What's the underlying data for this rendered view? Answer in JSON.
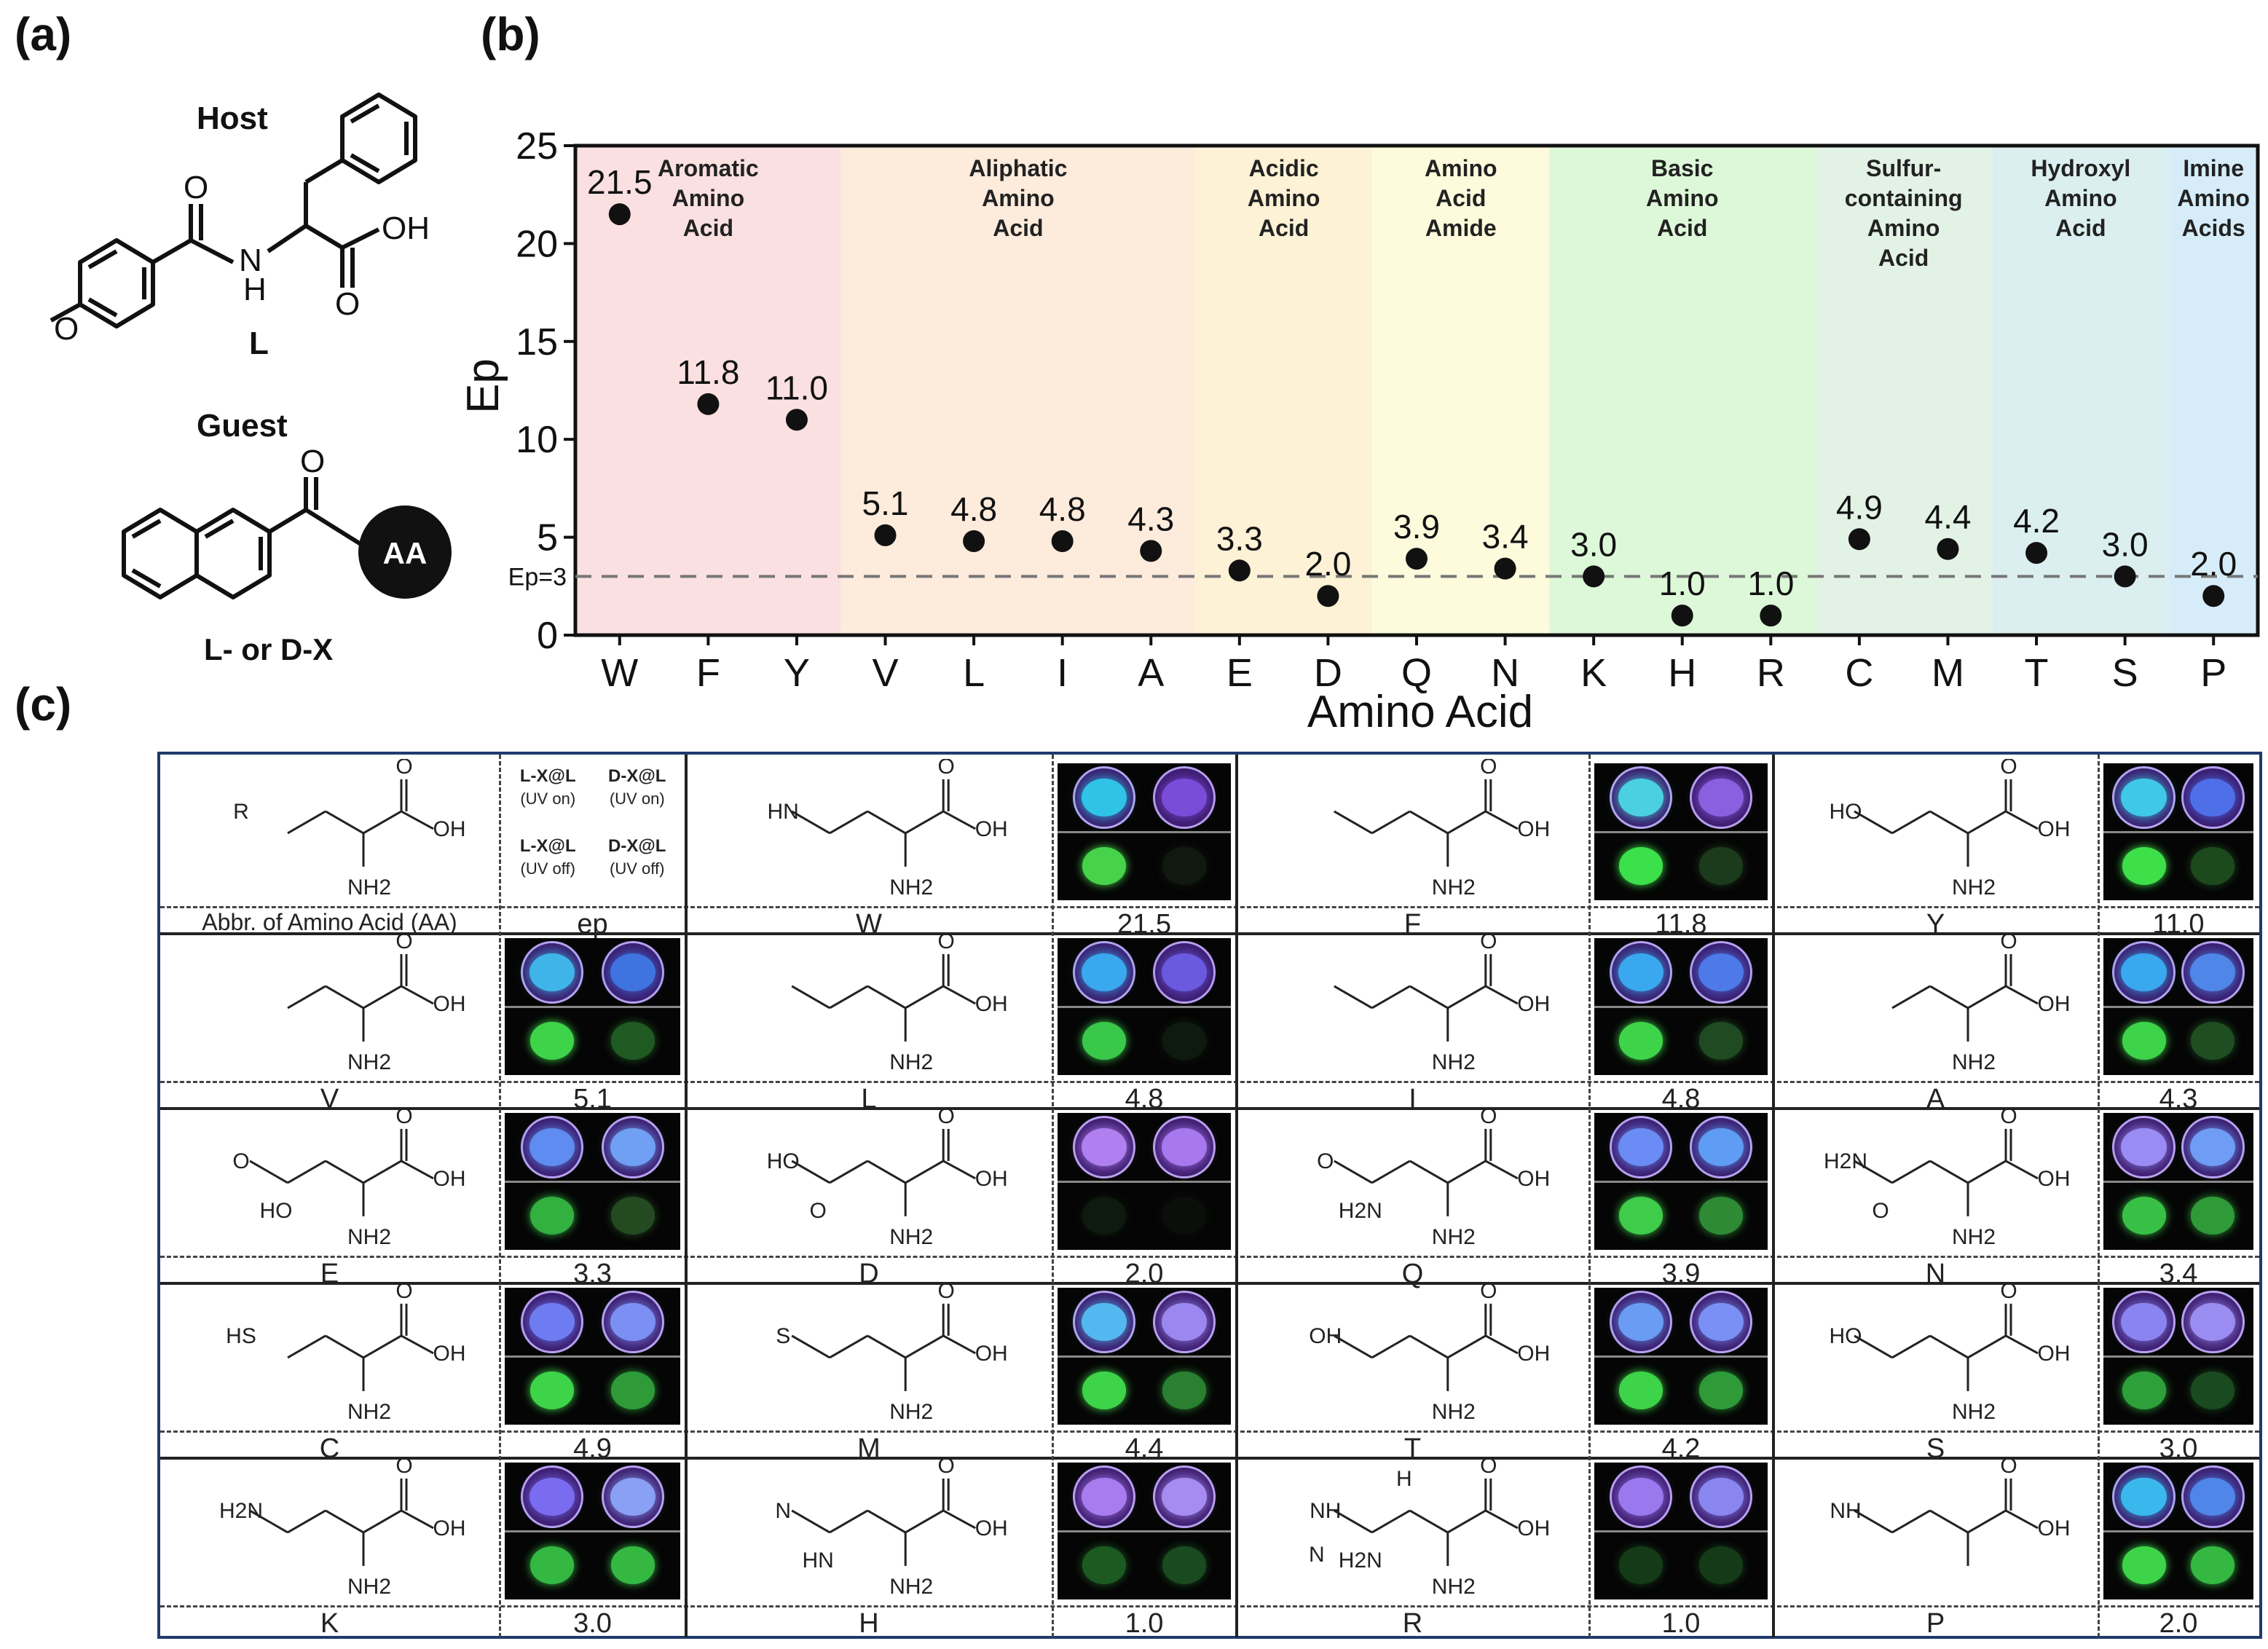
{
  "panel_labels": {
    "a": "(a)",
    "b": "(b)",
    "c": "(c)"
  },
  "panel_a": {
    "host_label": "Host",
    "host_name": "L",
    "guest_label": "Guest",
    "guest_group": "AA",
    "guest_name_prefix": "L- or D-X",
    "atoms": {
      "O": "O",
      "NH": "N",
      "H": "H",
      "OH": "OH"
    }
  },
  "chart_data": {
    "type": "scatter",
    "title": "",
    "xlabel": "Amino Acid",
    "ylabel": "Ep",
    "ylim": [
      0,
      25
    ],
    "yticks": [
      0,
      5,
      10,
      15,
      20,
      25
    ],
    "threshold": {
      "value": 3,
      "label": "Ep=3",
      "style": "dashed"
    },
    "categories": [
      "W",
      "F",
      "Y",
      "V",
      "L",
      "I",
      "A",
      "E",
      "D",
      "Q",
      "N",
      "K",
      "H",
      "R",
      "C",
      "M",
      "T",
      "S",
      "P"
    ],
    "values": [
      21.5,
      11.8,
      11.0,
      5.1,
      4.8,
      4.8,
      4.3,
      3.3,
      2.0,
      3.9,
      3.4,
      3.0,
      1.0,
      1.0,
      4.9,
      4.4,
      4.2,
      3.0,
      2.0
    ],
    "value_labels": [
      "21.5",
      "11.8",
      "11.0",
      "5.1",
      "4.8",
      "4.8",
      "4.3",
      "3.3",
      "2.0",
      "3.9",
      "3.4",
      "3.0",
      "1.0",
      "1.0",
      "4.9",
      "4.4",
      "4.2",
      "3.0",
      "2.0"
    ],
    "groups": [
      {
        "name": "Aromatic Amino Acid",
        "lines": [
          "Aromatic",
          "Amino",
          "Acid"
        ],
        "start": 0,
        "end": 2,
        "color": "#fbe0e1"
      },
      {
        "name": "Aliphatic Amino Acid",
        "lines": [
          "Aliphatic",
          "Amino",
          "Acid"
        ],
        "start": 3,
        "end": 6,
        "color": "#fdebdc"
      },
      {
        "name": "Acidic Amino Acid",
        "lines": [
          "Acidic",
          "Amino",
          "Acid"
        ],
        "start": 7,
        "end": 8,
        "color": "#fdf1d6"
      },
      {
        "name": "Amino Acid Amide",
        "lines": [
          "Amino",
          "Acid",
          "Amide"
        ],
        "start": 9,
        "end": 10,
        "color": "#fdfbdc"
      },
      {
        "name": "Basic Amino Acid",
        "lines": [
          "Basic",
          "Amino",
          "Acid"
        ],
        "start": 11,
        "end": 13,
        "color": "#ddf8d8"
      },
      {
        "name": "Sulfur-containing Amino Acid",
        "lines": [
          "Sulfur-",
          "containing",
          "Amino",
          "Acid"
        ],
        "start": 14,
        "end": 15,
        "color": "#e2f3e6"
      },
      {
        "name": "Hydroxyl Amino Acid",
        "lines": [
          "Hydroxyl",
          "Amino",
          "Acid"
        ],
        "start": 16,
        "end": 17,
        "color": "#dceff0"
      },
      {
        "name": "Imine Amino Acids",
        "lines": [
          "Imine",
          "Amino",
          "Acids"
        ],
        "start": 18,
        "end": 18,
        "color": "#d6edf9"
      }
    ],
    "grid": false
  },
  "panel_c": {
    "legend": {
      "generic_substituent": "R",
      "generic_groups": [
        "O",
        "OH",
        "NH2"
      ],
      "top_left": "L-X@L",
      "top_left_sub": "(UV on)",
      "top_right": "D-X@L",
      "top_right_sub": "(UV on)",
      "bottom_left": "L-X@L",
      "bottom_left_sub": "(UV off)",
      "bottom_right": "D-X@L",
      "bottom_right_sub": "(UV off)",
      "row_label": "Abbr. of Amino Acid (AA)",
      "row_value": "ep"
    },
    "entries": [
      {
        "aa": "W",
        "ep": "21.5",
        "uv_on": [
          "#2fc3e8",
          "#7a4cd8"
        ],
        "uv_off": [
          "#46d34a",
          "#101810"
        ]
      },
      {
        "aa": "F",
        "ep": "11.8",
        "uv_on": [
          "#4ad0e0",
          "#8a5fe0"
        ],
        "uv_off": [
          "#3be04a",
          "#1c3a1c"
        ]
      },
      {
        "aa": "Y",
        "ep": "11.0",
        "uv_on": [
          "#3fc8e8",
          "#4f6fe8"
        ],
        "uv_off": [
          "#3ee04a",
          "#1d4a1d"
        ]
      },
      {
        "aa": "V",
        "ep": "5.1",
        "uv_on": [
          "#3fb4e8",
          "#3f74e0"
        ],
        "uv_off": [
          "#3ed44a",
          "#1f5a22"
        ]
      },
      {
        "aa": "L",
        "ep": "4.8",
        "uv_on": [
          "#3aa8ee",
          "#6a5ae0"
        ],
        "uv_off": [
          "#3ac84a",
          "#0f1a0f"
        ]
      },
      {
        "aa": "I",
        "ep": "4.8",
        "uv_on": [
          "#3aa8ee",
          "#4d7ae8"
        ],
        "uv_off": [
          "#3ed44a",
          "#1f4a22"
        ]
      },
      {
        "aa": "A",
        "ep": "4.3",
        "uv_on": [
          "#3aa8ee",
          "#4f86e8"
        ],
        "uv_off": [
          "#3ed44a",
          "#1e4e22"
        ]
      },
      {
        "aa": "E",
        "ep": "3.3",
        "uv_on": [
          "#5e8cf0",
          "#6fa0f4"
        ],
        "uv_off": [
          "#32b040",
          "#244a22"
        ]
      },
      {
        "aa": "D",
        "ep": "2.0",
        "uv_on": [
          "#b080f0",
          "#a878ee"
        ],
        "uv_off": [
          "#0e1a0e",
          "#0a0f0a"
        ]
      },
      {
        "aa": "Q",
        "ep": "3.9",
        "uv_on": [
          "#6a8cf4",
          "#5f9cf4"
        ],
        "uv_off": [
          "#3ecc4a",
          "#2e8a34"
        ]
      },
      {
        "aa": "N",
        "ep": "3.4",
        "uv_on": [
          "#9a8cf4",
          "#6f9cf4"
        ],
        "uv_off": [
          "#38c046",
          "#2e9a38"
        ]
      },
      {
        "aa": "K",
        "ep": "3.0",
        "uv_on": [
          "#7a6cf0",
          "#8aa0f4"
        ],
        "uv_off": [
          "#34b842",
          "#34b842"
        ]
      },
      {
        "aa": "H",
        "ep": "1.0",
        "uv_on": [
          "#a87cee",
          "#a68cf0"
        ],
        "uv_off": [
          "#1c5a22",
          "#1a4a1f"
        ]
      },
      {
        "aa": "R",
        "ep": "1.0",
        "uv_on": [
          "#9a78ee",
          "#8a86f0"
        ],
        "uv_off": [
          "#153a18",
          "#153a18"
        ]
      },
      {
        "aa": "C",
        "ep": "4.9",
        "uv_on": [
          "#6e7cf2",
          "#7c90f4"
        ],
        "uv_off": [
          "#3ed44a",
          "#2e9a38"
        ]
      },
      {
        "aa": "M",
        "ep": "4.4",
        "uv_on": [
          "#54b8f0",
          "#9a88f0"
        ],
        "uv_off": [
          "#3ed44a",
          "#2a8030"
        ]
      },
      {
        "aa": "T",
        "ep": "4.2",
        "uv_on": [
          "#6a9cf4",
          "#7a90f4"
        ],
        "uv_off": [
          "#3ed44a",
          "#2e9a38"
        ]
      },
      {
        "aa": "S",
        "ep": "3.0",
        "uv_on": [
          "#8a84f0",
          "#9a8cf0"
        ],
        "uv_off": [
          "#2ea03a",
          "#1a4a1f"
        ]
      },
      {
        "aa": "P",
        "ep": "2.0",
        "uv_on": [
          "#3ab8ee",
          "#4f86e8"
        ],
        "uv_off": [
          "#3ed44a",
          "#34b842"
        ]
      }
    ],
    "structures": {
      "W": [
        "O",
        "OH",
        "NH2",
        "HN"
      ],
      "F": [
        "O",
        "OH",
        "NH2"
      ],
      "Y": [
        "O",
        "OH",
        "NH2",
        "HO"
      ],
      "V": [
        "O",
        "OH",
        "NH2"
      ],
      "L": [
        "O",
        "OH",
        "NH2"
      ],
      "I": [
        "O",
        "OH",
        "NH2"
      ],
      "A": [
        "O",
        "OH",
        "NH2"
      ],
      "E": [
        "O",
        "O",
        "HO",
        "OH",
        "NH2"
      ],
      "D": [
        "HO",
        "O",
        "O",
        "OH",
        "NH2"
      ],
      "Q": [
        "O",
        "O",
        "H2N",
        "OH",
        "NH2"
      ],
      "N": [
        "H2N",
        "O",
        "O",
        "OH",
        "NH2"
      ],
      "C": [
        "O",
        "HS",
        "OH",
        "NH2"
      ],
      "M": [
        "O",
        "S",
        "OH",
        "NH2"
      ],
      "T": [
        "OH",
        "O",
        "OH",
        "NH2"
      ],
      "S": [
        "O",
        "HO",
        "OH",
        "NH2"
      ],
      "K": [
        "O",
        "H2N",
        "OH",
        "NH2"
      ],
      "H": [
        "O",
        "N",
        "OH",
        "HN",
        "NH2"
      ],
      "R": [
        "NH",
        "O",
        "H2N",
        "N",
        "H",
        "OH",
        "NH2"
      ],
      "P": [
        "O",
        "OH",
        "NH"
      ]
    }
  }
}
